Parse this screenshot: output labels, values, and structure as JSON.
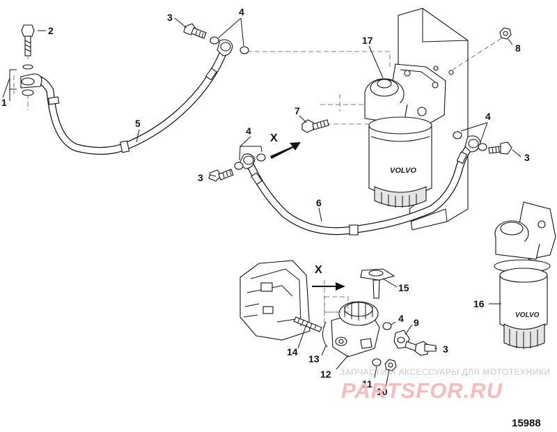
{
  "diagram": {
    "figure_number": "15988",
    "flow_marker": "X",
    "callouts": {
      "c1": "1",
      "c2": "2",
      "c3a": "3",
      "c3b": "3",
      "c3c": "3",
      "c3d": "3",
      "c4a": "4",
      "c4b": "4",
      "c4c": "4",
      "c4d": "4",
      "c5": "5",
      "c6": "6",
      "c7": "7",
      "c8": "8",
      "c9": "9",
      "c10": "10",
      "c11": "11",
      "c12": "12",
      "c13": "13",
      "c14": "14",
      "c15": "15",
      "c16": "16",
      "c17": "17"
    },
    "filter_brand": "VOLVO"
  },
  "watermark": {
    "caption": "ЗАПЧАСТИ И АКСЕССУАРЫ ДЛЯ МОТОТЕХНИКИ",
    "logo": "PARTSFOR.RU"
  },
  "colors": {
    "line": "#111111",
    "watermark_logo": "#f4bcbc",
    "watermark_caption": "#c9c9c9"
  }
}
